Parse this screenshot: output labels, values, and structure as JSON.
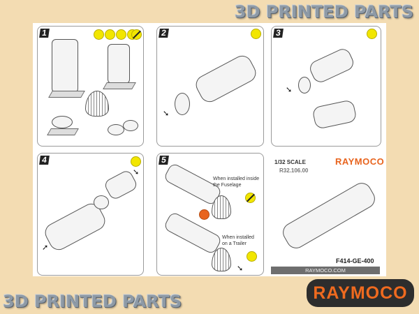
{
  "banners": {
    "top": "3D PRINTED PARTS",
    "bottom": "3D PRINTED PARTS"
  },
  "panels": [
    {
      "number": "1",
      "badges": [
        "yellow-tool-icon",
        "yellow-tool-icon",
        "yellow-tool-icon",
        "yellow-tool-icon",
        "yellow-no-icon"
      ]
    },
    {
      "number": "2",
      "badges": [
        "yellow-glue-icon"
      ]
    },
    {
      "number": "3",
      "badges": [
        "yellow-glue-icon"
      ]
    },
    {
      "number": "4",
      "badges": [
        "yellow-glue-icon"
      ]
    },
    {
      "number": "5",
      "notes": [
        "When installed inside the Fuselage",
        "When installed on a Trailer"
      ],
      "badges": [
        "yellow-no-glue-icon",
        "orange-either-icon",
        "yellow-glue-icon"
      ]
    }
  ],
  "info": {
    "scale": "1/32 SCALE",
    "code": "R32.106.00",
    "brand": "RAYMOCO",
    "model": "F414-GE-400",
    "url": "RAYMOCO.COM"
  },
  "logo": {
    "text": "RAYMOCO",
    "bg": "#2d2d2d",
    "color": "#ef6a1f"
  },
  "colors": {
    "background": "#f3dcb2",
    "badge_yellow": "#f2e600",
    "accent_orange": "#e8641e"
  }
}
